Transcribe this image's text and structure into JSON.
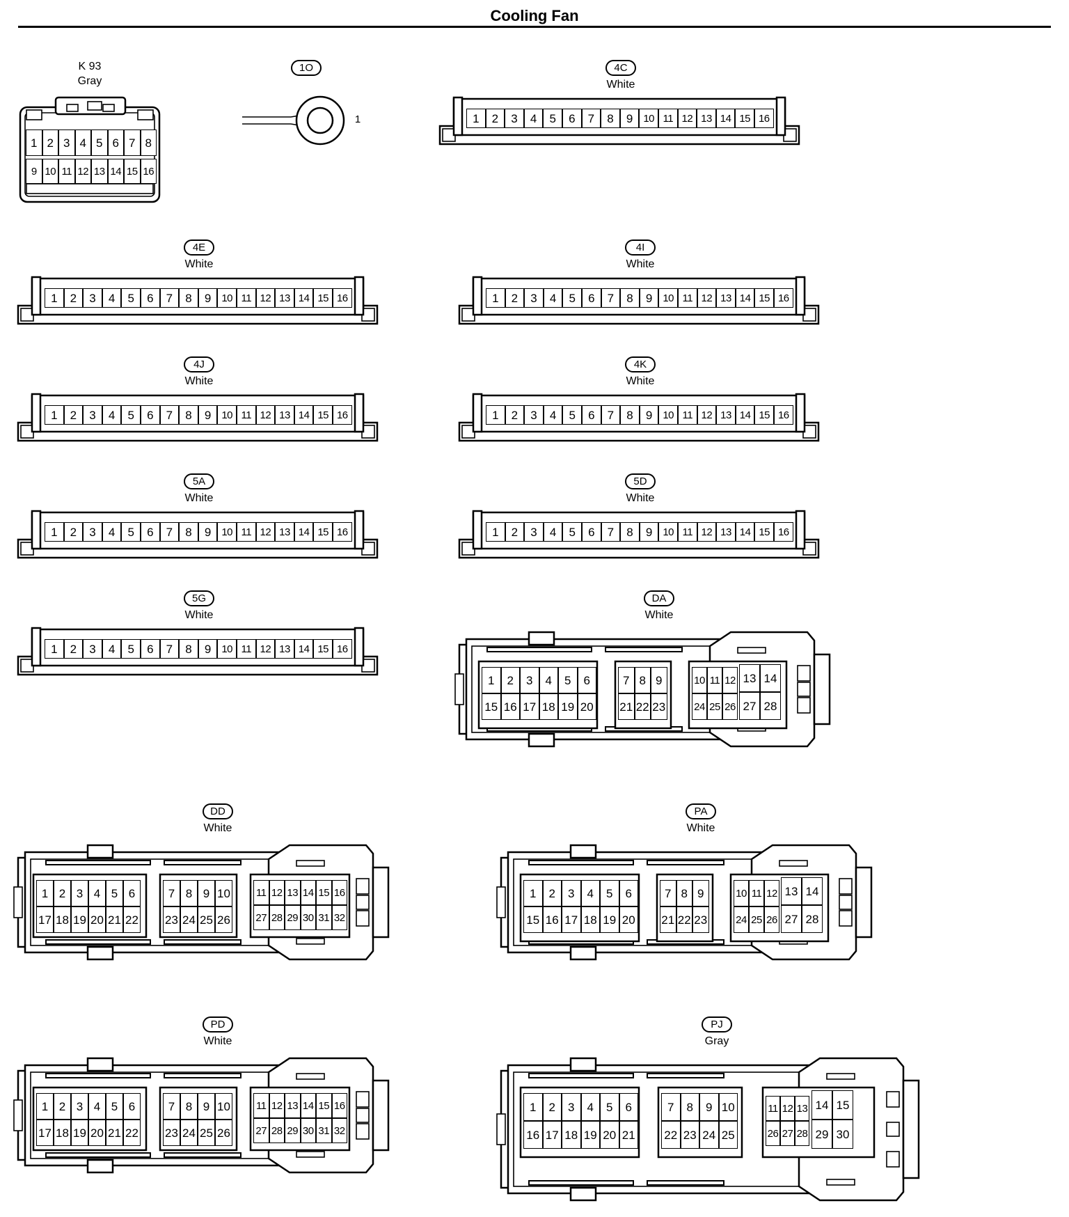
{
  "title": "Cooling Fan",
  "connectors": [
    {
      "id": "k93",
      "label": "K 93",
      "color": "Gray",
      "style": "plain"
    },
    {
      "id": "1o",
      "label": "1O",
      "style": "badge",
      "terminal": "1"
    },
    {
      "id": "4c",
      "label": "4C",
      "color": "White",
      "style": "badge"
    },
    {
      "id": "4e",
      "label": "4E",
      "color": "White",
      "style": "badge"
    },
    {
      "id": "4i",
      "label": "4I",
      "color": "White",
      "style": "badge"
    },
    {
      "id": "4j",
      "label": "4J",
      "color": "White",
      "style": "badge"
    },
    {
      "id": "4k",
      "label": "4K",
      "color": "White",
      "style": "badge"
    },
    {
      "id": "5a",
      "label": "5A",
      "color": "White",
      "style": "badge"
    },
    {
      "id": "5d",
      "label": "5D",
      "color": "White",
      "style": "badge"
    },
    {
      "id": "5g",
      "label": "5G",
      "color": "White",
      "style": "badge"
    },
    {
      "id": "da",
      "label": "DA",
      "color": "White",
      "style": "badge"
    },
    {
      "id": "dd",
      "label": "DD",
      "color": "White",
      "style": "badge"
    },
    {
      "id": "pa",
      "label": "PA",
      "color": "White",
      "style": "badge"
    },
    {
      "id": "pd",
      "label": "PD",
      "color": "White",
      "style": "badge"
    },
    {
      "id": "pj",
      "label": "PJ",
      "color": "Gray",
      "style": "badge"
    }
  ],
  "pins16": [
    "1",
    "2",
    "3",
    "4",
    "5",
    "6",
    "7",
    "8",
    "9",
    "10",
    "11",
    "12",
    "13",
    "14",
    "15",
    "16"
  ],
  "k93_rows": [
    [
      "1",
      "2",
      "3",
      "4",
      "5",
      "6",
      "7",
      "8"
    ],
    [
      "9",
      "10",
      "11",
      "12",
      "13",
      "14",
      "15",
      "16"
    ]
  ],
  "type28": {
    "g1": [
      [
        "1",
        "2",
        "3",
        "4",
        "5",
        "6"
      ],
      [
        "15",
        "16",
        "17",
        "18",
        "19",
        "20"
      ]
    ],
    "g2": [
      [
        "7",
        "8",
        "9"
      ],
      [
        "21",
        "22",
        "23"
      ]
    ],
    "g3": [
      [
        "10",
        "11",
        "12"
      ],
      [
        "24",
        "25",
        "26"
      ]
    ],
    "g4": [
      [
        "13",
        "14"
      ],
      [
        "27",
        "28"
      ]
    ]
  },
  "type32": {
    "g1": [
      [
        "1",
        "2",
        "3",
        "4",
        "5",
        "6"
      ],
      [
        "17",
        "18",
        "19",
        "20",
        "21",
        "22"
      ]
    ],
    "g2": [
      [
        "7",
        "8",
        "9",
        "10"
      ],
      [
        "23",
        "24",
        "25",
        "26"
      ]
    ],
    "g3": [
      [
        "11",
        "12",
        "13",
        "14",
        "15",
        "16"
      ],
      [
        "27",
        "28",
        "29",
        "30",
        "31",
        "32"
      ]
    ]
  },
  "type30": {
    "g1": [
      [
        "1",
        "2",
        "3",
        "4",
        "5",
        "6"
      ],
      [
        "16",
        "17",
        "18",
        "19",
        "20",
        "21"
      ]
    ],
    "g2": [
      [
        "7",
        "8",
        "9",
        "10"
      ],
      [
        "22",
        "23",
        "24",
        "25"
      ]
    ],
    "g3": [
      [
        "11",
        "12",
        "13"
      ],
      [
        "26",
        "27",
        "28"
      ]
    ],
    "g4": [
      [
        "14",
        "15"
      ],
      [
        "29",
        "30"
      ]
    ]
  }
}
